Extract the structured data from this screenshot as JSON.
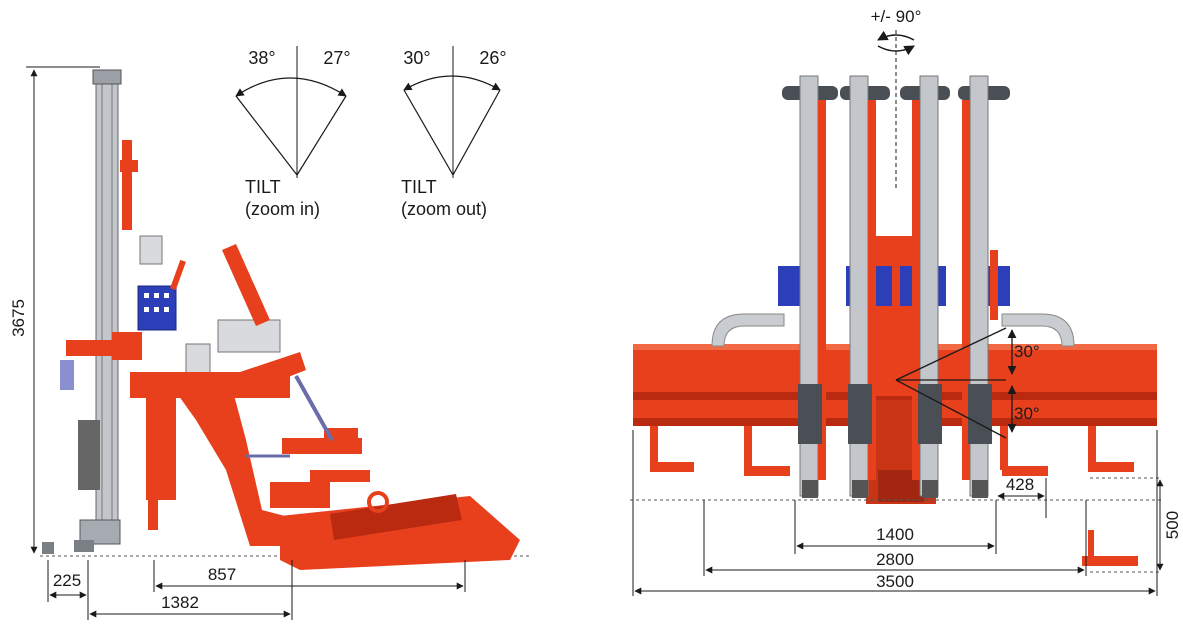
{
  "side_view": {
    "height_dim": "3675",
    "dims": {
      "d225": "225",
      "d857": "857",
      "d1382": "1382"
    },
    "tilt_zoom_in": {
      "left_angle": "38°",
      "right_angle": "27°",
      "label_line1": "TILT",
      "label_line2": "(zoom in)"
    },
    "tilt_zoom_out": {
      "left_angle": "30°",
      "right_angle": "26°",
      "label_line1": "TILT",
      "label_line2": "(zoom out)"
    }
  },
  "front_view": {
    "rotation_label": "+/- 90°",
    "angle_upper": "30°",
    "angle_lower": "30°",
    "dims": {
      "d428": "428",
      "d500": "500",
      "d1400": "1400",
      "d2800": "2800",
      "d3500": "3500"
    }
  },
  "colors": {
    "machine_red": "#e8401c",
    "dark_red": "#b92a10",
    "steel_gray": "#b8bcc2",
    "hydraulic_blue": "#2d3fb8",
    "dimension_line": "#1a1a1a"
  }
}
